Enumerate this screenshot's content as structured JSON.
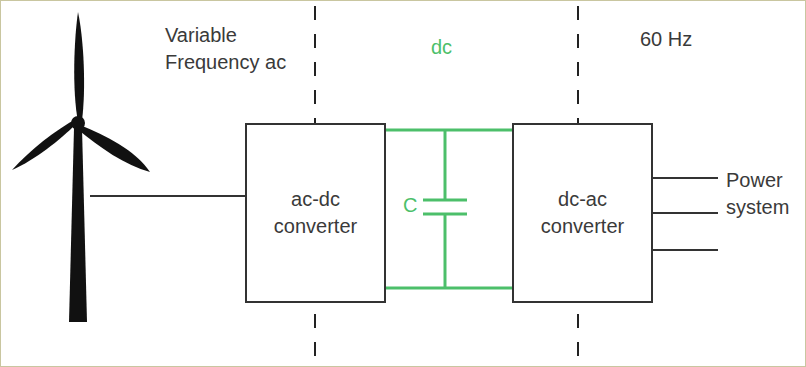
{
  "diagram": {
    "nodes": [
      {
        "text": [
          "ac-dc converter"
        ]
      },
      {
        "text": [
          "dc-ac converter"
        ]
      }
    ],
    "edges": [
      {
        "from": 0,
        "to": 1,
        "arrow": "none"
      },
      {
        "from": 0,
        "to": 1,
        "arrow": "none"
      }
    ],
    "labels": [
      "Variable Frequency ac",
      "dc",
      "60 Hz",
      "C",
      "Power system"
    ]
  }
}
